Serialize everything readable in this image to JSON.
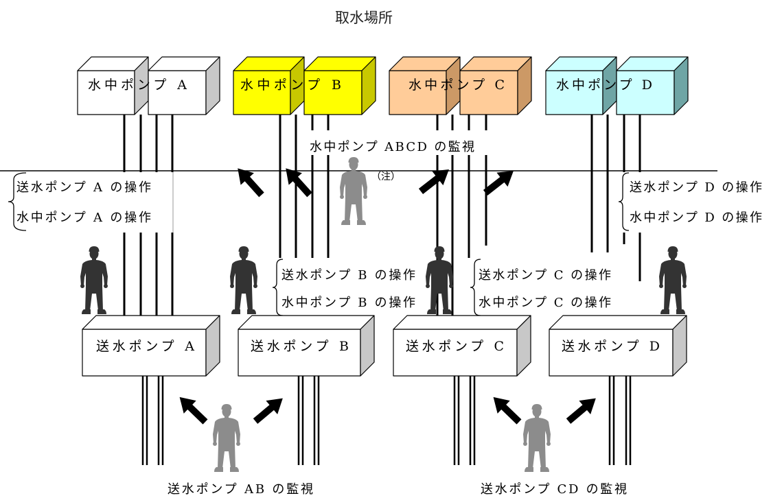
{
  "title": "取水場所",
  "submersible_pumps": [
    {
      "label": "水中ポンプ A",
      "front_color": "#ffffff",
      "side_color": "#c8c8c8"
    },
    {
      "label": "水中ポンプ B",
      "front_color": "#ffff00",
      "side_color": "#c8c800"
    },
    {
      "label": "水中ポンプ C",
      "front_color": "#ffcc99",
      "side_color": "#cc9966"
    },
    {
      "label": "水中ポンプ D",
      "front_color": "#ccffff",
      "side_color": "#6fa5a5"
    }
  ],
  "transfer_pumps": [
    {
      "label": "送水ポンプ A"
    },
    {
      "label": "送水ポンプ B"
    },
    {
      "label": "送水ポンプ C"
    },
    {
      "label": "送水ポンプ D"
    }
  ],
  "transfer_box_colors": {
    "front": "#ffffff",
    "side": "#c8c8c8"
  },
  "submersible_monitoring_label": "水中ポンプ ABCD の監視",
  "note_label": "（注）",
  "operation_groups": [
    {
      "transfer_op": "送水ポンプ A の操作",
      "submersible_op": "水中ポンプ A の操作"
    },
    {
      "transfer_op": "送水ポンプ B の操作",
      "submersible_op": "水中ポンプ B の操作"
    },
    {
      "transfer_op": "送水ポンプ C の操作",
      "submersible_op": "水中ポンプ C の操作"
    },
    {
      "transfer_op": "送水ポンプ D の操作",
      "submersible_op": "水中ポンプ D の操作"
    }
  ],
  "transfer_monitoring_labels": [
    "送水ポンプ AB の監視",
    "送水ポンプ CD の監視"
  ],
  "person_colors": {
    "dark": "#333333",
    "light": "#8c8c8c"
  }
}
